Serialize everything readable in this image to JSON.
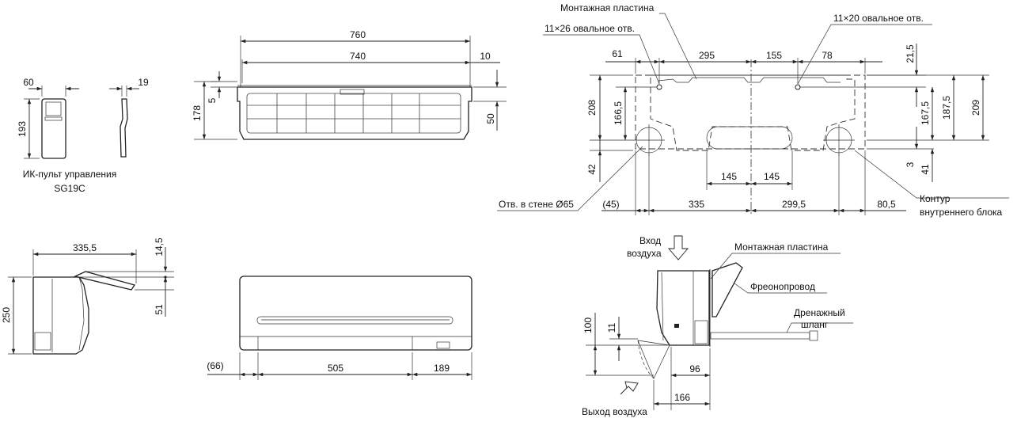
{
  "remote": {
    "caption_line1": "ИК-пульт управления",
    "caption_line2": "SG19C",
    "dim_width": "60",
    "dim_height": "193",
    "dim_depth": "19"
  },
  "front_view": {
    "dim_total_width": "760",
    "dim_inner_width": "740",
    "dim_right_offset": "10",
    "dim_top": "5",
    "dim_height": "178",
    "dim_right_height": "50"
  },
  "side_view": {
    "dim_depth": "335,5",
    "dim_top": "14,5",
    "dim_height": "250",
    "dim_bottom": "51"
  },
  "bottom_view": {
    "dim_left": "(66)",
    "dim_mid": "505",
    "dim_right": "189"
  },
  "mounting_plate": {
    "label_plate": "Монтажная пластина",
    "label_hole_left": "11×26 овальное отв.",
    "label_hole_right": "11×20 овальное отв.",
    "label_wall_hole": "Отв. в стене Ø65",
    "label_outline_line1": "Контур",
    "label_outline_line2": "внутреннего блока",
    "dims_top": [
      "61",
      "295",
      "155",
      "78"
    ],
    "dim_right_top": "21,5",
    "dims_left": [
      "208",
      "166,5"
    ],
    "dims_right": [
      "167,5",
      "187,5",
      "209"
    ],
    "dim_left_bottom": "42",
    "dims_right_bottom": [
      "3",
      "41"
    ],
    "dims_center": [
      "145",
      "145"
    ],
    "dims_bottom": [
      "(45)",
      "335",
      "299,5",
      "80,5"
    ]
  },
  "installation": {
    "label_air_in_line1": "Вход",
    "label_air_in_line2": "воздуха",
    "label_plate": "Монтажная пластина",
    "label_pipe": "Фреонопровод",
    "label_drain_line1": "Дренажный",
    "label_drain_line2": "шланг",
    "label_air_out": "Выход воздуха",
    "dim_height": "100",
    "dim_small": "11",
    "dim_96": "96",
    "dim_166": "166"
  }
}
